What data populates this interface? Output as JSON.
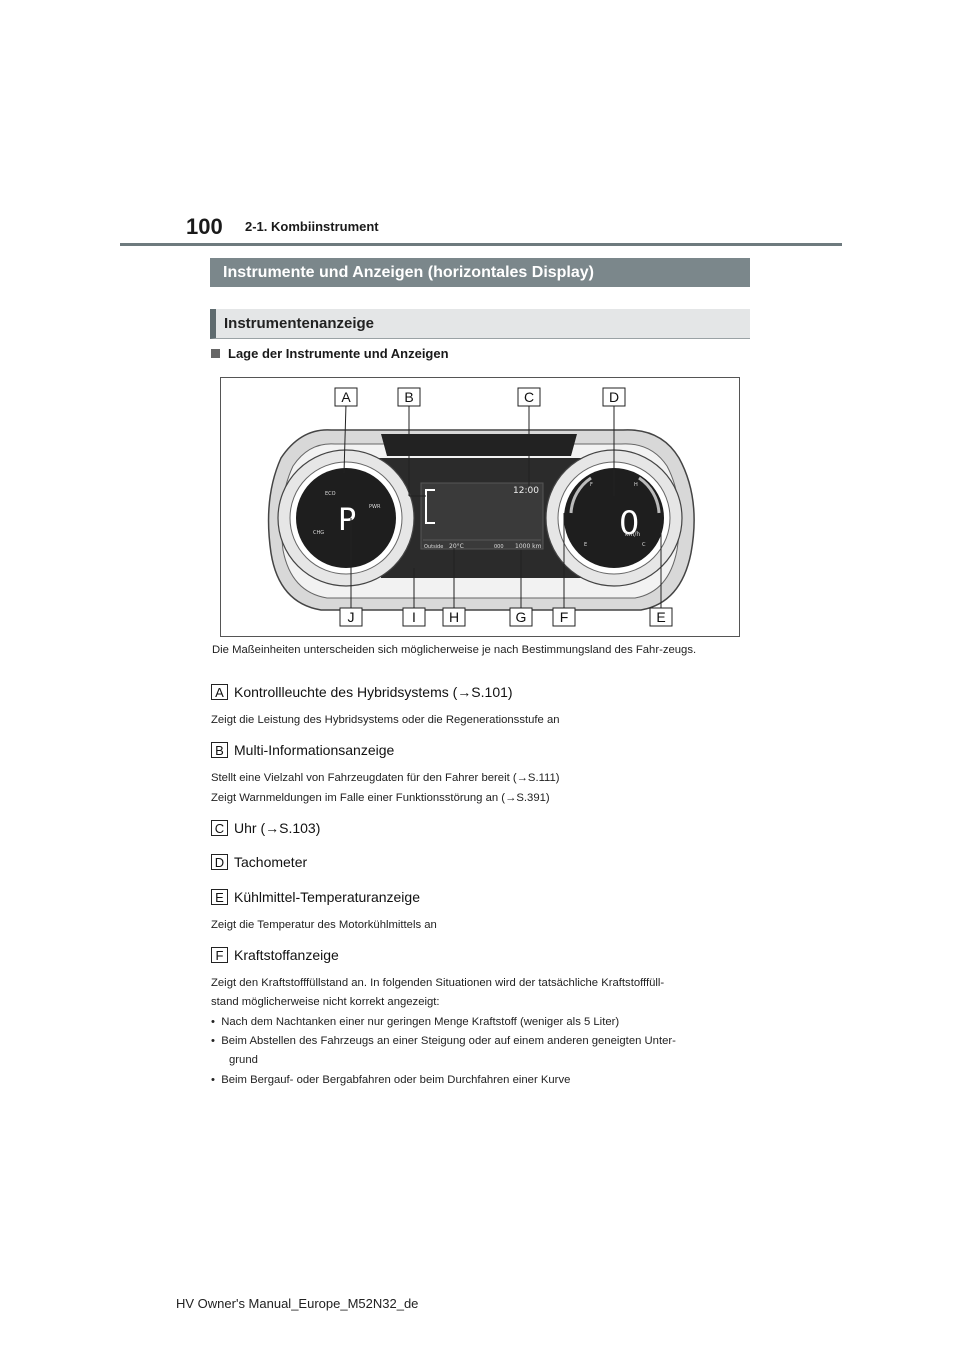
{
  "page": {
    "number": "100",
    "section": "2-1. Kombiinstrument",
    "footer": "HV Owner's Manual_Europe_M52N32_de"
  },
  "section_title": "Instrumente und Anzeigen (horizontales Display)",
  "subsection_title": "Instrumentenanzeige",
  "bullet_heading": "Lage der Instrumente und Anzeigen",
  "diagram": {
    "callouts_top": [
      "A",
      "B",
      "C",
      "D"
    ],
    "callouts_bottom": [
      "J",
      "I",
      "H",
      "G",
      "F",
      "E"
    ],
    "gauge_left": {
      "gear": "P",
      "eco": "ECO",
      "pwr": "PWR",
      "chg": "CHG"
    },
    "display": {
      "clock": "12:00",
      "outside_label": "Outside",
      "temp": "20°C",
      "odo_prefix": "000",
      "odo": "1000 km"
    },
    "gauge_right": {
      "speed": "0",
      "unit": "km/h",
      "hot": "H",
      "cold": "C",
      "full": "F",
      "empty": "E"
    }
  },
  "note": "Die Maßeinheiten unterscheiden sich möglicherweise je nach Bestimmungsland des Fahr-zeugs.",
  "items": [
    {
      "badge": "A",
      "title": "Kontrollleuchte des Hybridsystems (→S.101)",
      "desc": [
        "Zeigt die Leistung des Hybridsystems oder die Regenerationsstufe an"
      ]
    },
    {
      "badge": "B",
      "title": "Multi-Informationsanzeige",
      "desc": [
        "Stellt eine Vielzahl von Fahrzeugdaten für den Fahrer bereit (→S.111)",
        "Zeigt Warnmeldungen im Falle einer Funktionsstörung an (→S.391)"
      ]
    },
    {
      "badge": "C",
      "title": "Uhr (→S.103)",
      "desc": []
    },
    {
      "badge": "D",
      "title": "Tachometer",
      "desc": []
    },
    {
      "badge": "E",
      "title": "Kühlmittel-Temperaturanzeige",
      "desc": [
        "Zeigt die Temperatur des Motorkühlmittels an"
      ]
    },
    {
      "badge": "F",
      "title": "Kraftstoffanzeige",
      "desc": [
        "Zeigt den Kraftstofffüllstand an. In folgenden Situationen wird der tatsächliche Kraftstofffüll-",
        "stand möglicherweise nicht korrekt angezeigt:"
      ]
    }
  ],
  "bullets": [
    "Nach dem Nachtanken einer nur geringen Menge Kraftstoff (weniger als 5 Liter)",
    "Beim Abstellen des Fahrzeugs an einer Steigung oder auf einem anderen geneigten Unter-",
    "grund",
    "Beim Bergauf- oder Bergabfahren oder beim Durchfahren einer Kurve"
  ]
}
